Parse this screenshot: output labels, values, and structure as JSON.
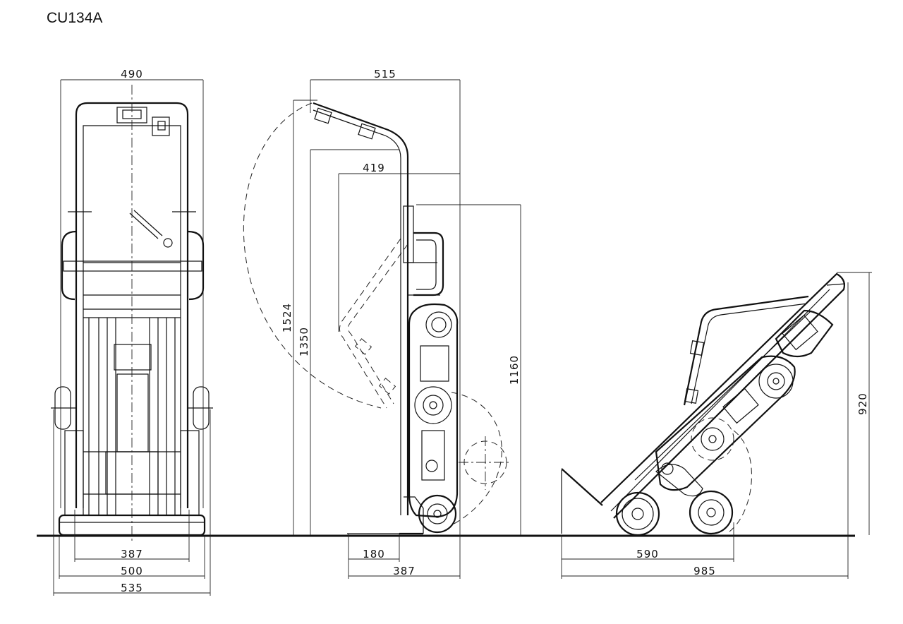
{
  "drawing": {
    "model": "CU134A",
    "front_view": {
      "top_width": "490",
      "track_inner": "387",
      "base_width": "500",
      "overall_width": "535"
    },
    "side_view": {
      "handle_depth": "515",
      "folded_depth": "419",
      "height_extended": "1524",
      "height_handle": "1350",
      "height_folded": "1160",
      "foot_depth": "180",
      "base_depth": "387"
    },
    "tilted_view": {
      "wheelbase": "590",
      "overall_length": "985",
      "height": "920"
    }
  }
}
